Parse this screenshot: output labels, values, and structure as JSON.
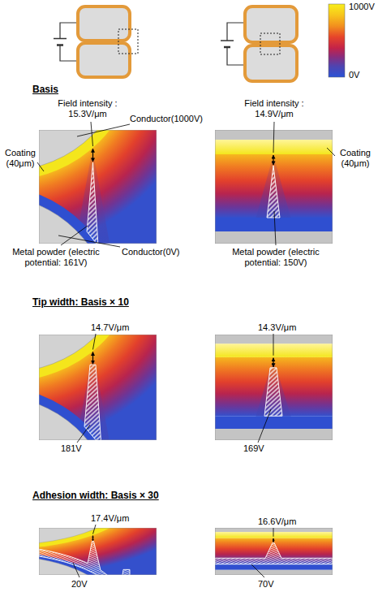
{
  "diagram": {
    "labels": [
      "1000V",
      "0V",
      "Basis",
      "Field intensity : 15.3V/μm",
      "Conductor(1000V)",
      "Field intensity : 14.9V/μm",
      "Coating (40μm)",
      "Coating (40μm)",
      "Metal powder (electric potential: 161V)",
      "Conductor(0V)",
      "Metal powder (electric potential: 150V)",
      "Tip width: Basis × 10",
      "14.7V/μm",
      "14.3V/μm",
      "181V",
      "169V",
      "Adhesion width: Basis × 30",
      "17.4V/μm",
      "16.6V/μm",
      "20V",
      "70V"
    ]
  }
}
